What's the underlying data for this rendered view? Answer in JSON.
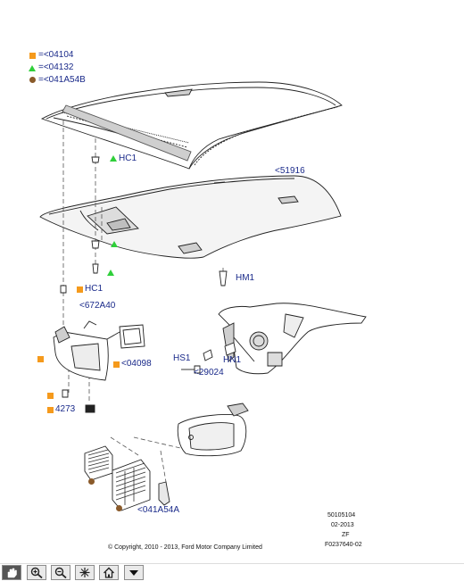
{
  "legend": {
    "square": {
      "text": "=<04104",
      "color": "#f59a1c"
    },
    "triangle": {
      "text": "=<04132",
      "color": "#2fcf3a"
    },
    "circle": {
      "text": "=<041A54B",
      "color": "#8a5a2a"
    }
  },
  "callouts": {
    "hc1_top": "HC1",
    "part_51916": "<51916",
    "hm1": "HM1",
    "hc1_mid": "HC1",
    "part_672A40": "<672A40",
    "part_04098": "<04098",
    "hs1": "HS1",
    "hn1": "HN1",
    "part_29024": "<29024",
    "part_4273": "4273",
    "part_041A54A": "<041A54A"
  },
  "footer": {
    "ref1": "50105104",
    "date": "02-2013",
    "region": "ZF",
    "figure": "F0237640-02",
    "copyright": "© Copyright, 2010 - 2013, Ford Motor Company Limited"
  },
  "toolbar": {
    "buttons": [
      "pan-tool",
      "zoom-in",
      "zoom-out",
      "fit-to-window",
      "home",
      "menu-dropdown"
    ]
  }
}
